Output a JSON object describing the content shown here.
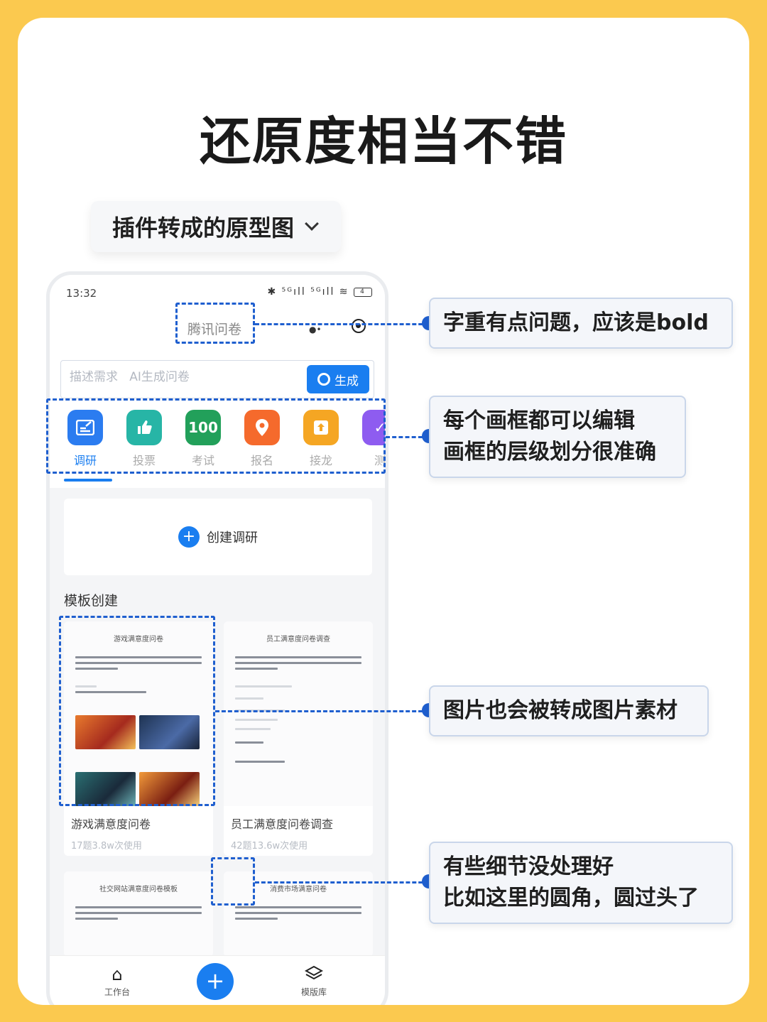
{
  "headline": "还原度相当不错",
  "dropdown": {
    "label": "插件转成的原型图"
  },
  "phone": {
    "time": "13:32",
    "status_icons": "✱ ⁵ᴳıll ⁵ᴳıll ≋",
    "battery": "4",
    "title": "腾讯问卷",
    "search": {
      "placeholder": "描述需求   AI生成问卷",
      "button": "生成"
    },
    "categories": [
      {
        "label": "调研",
        "icon": "survey-icon",
        "color": "#2b7cf0"
      },
      {
        "label": "投票",
        "icon": "thumbs-up-icon",
        "color": "#27b5a6"
      },
      {
        "label": "考试",
        "icon": "exam-100-icon",
        "color": "#22a05a",
        "glyph": "100"
      },
      {
        "label": "报名",
        "icon": "location-pin-icon",
        "color": "#f56a2c"
      },
      {
        "label": "接龙",
        "icon": "relay-icon",
        "color": "#f5a623"
      },
      {
        "label": "测",
        "icon": "test-icon",
        "color": "#8e5cf0"
      }
    ],
    "create_label": "创建调研",
    "section_title": "模板创建",
    "templates": [
      {
        "preview_title": "游戏满意度问卷",
        "name": "游戏满意度问卷",
        "meta": "17题3.8w次使用"
      },
      {
        "preview_title": "员工满意度问卷调查",
        "name": "员工满意度问卷调查",
        "meta": "42题13.6w次使用"
      },
      {
        "preview_title": "社交网站满意度问卷模板",
        "name": "",
        "meta": ""
      },
      {
        "preview_title": "消费市场满意问卷",
        "name": "",
        "meta": ""
      }
    ],
    "nav": {
      "workbench": "工作台",
      "library": "模版库"
    }
  },
  "callouts": [
    "字重有点问题，应该是bold",
    "每个画框都可以编辑",
    "画框的层级划分很准确",
    "图片也会被转成图片素材",
    "有些细节没处理好",
    "比如这里的圆角，圆过头了"
  ],
  "colors": {
    "background": "#fbc94f",
    "accent": "#1a7ef0",
    "annotation": "#1f5fcf"
  }
}
